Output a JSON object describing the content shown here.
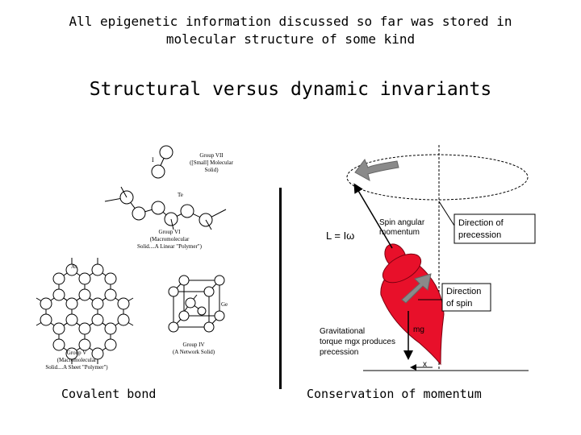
{
  "slide": {
    "intro_line1": "All epigenetic information discussed so far was stored in",
    "intro_line2": "molecular structure of some kind",
    "headline": "Structural versus dynamic invariants",
    "left_caption": "Covalent bond",
    "right_caption": "Conservation of momentum"
  },
  "left_figure": {
    "group7": {
      "element": "I",
      "title": "Group VII",
      "line2": "([Small] Molecular",
      "line3": "Solid)"
    },
    "group6": {
      "element": "Te",
      "title": "Group VI",
      "line2": "(Macromolecular",
      "line3": "Solid....A Linear \"Polymer\")"
    },
    "group5": {
      "element": "As",
      "title": "Group V",
      "line2": "(Macromolecular",
      "line3": "Solid....A Sheet \"Polymer\")"
    },
    "group4": {
      "element": "Ge",
      "title": "Group IV",
      "line2": "(A Network Solid)"
    }
  },
  "right_figure": {
    "angular_momentum_formula": "L = Iω",
    "spin_angular_momentum": [
      "Spin angular",
      "momentum"
    ],
    "direction_of_precession": [
      "Direction of",
      "precession"
    ],
    "direction_of_spin": [
      "Direction",
      "of spin"
    ],
    "gravitational_torque": [
      "Gravitational",
      "torque mgx produces",
      "precession"
    ],
    "weight_label": "mg",
    "x_label": "x",
    "colors": {
      "top_red": "#e8102a",
      "arrow_gray": "#888888",
      "box_border": "#000000"
    }
  }
}
